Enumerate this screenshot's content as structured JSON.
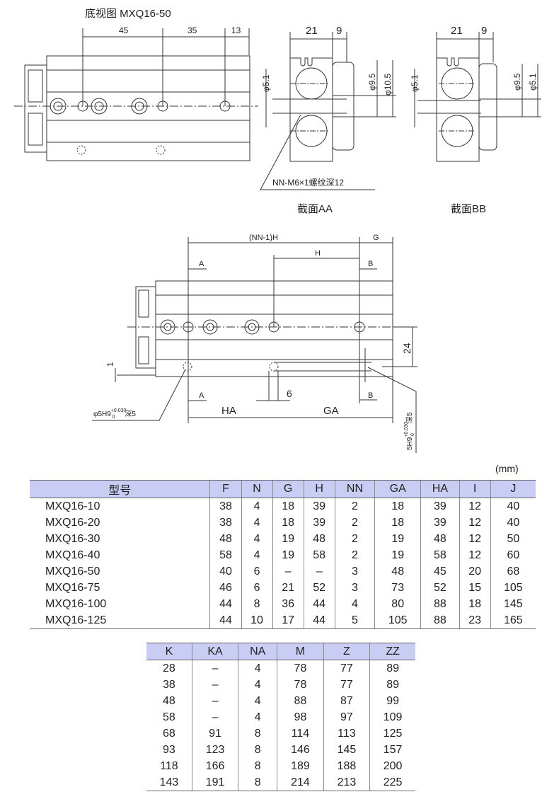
{
  "bottom_view": {
    "title": "底视图 MXQ16-50",
    "dims": [
      "45",
      "35",
      "13"
    ]
  },
  "section_aa": {
    "label": "截面AA",
    "dim_width": "21",
    "dim_side": "9",
    "dia_left": "φ5.1",
    "dia_mid": "φ9.5",
    "dia_right": "φ10.5",
    "thread_note": "NN-M6×1螺纹深12"
  },
  "section_bb": {
    "label": "截面BB",
    "dim_width": "21",
    "dim_side": "9",
    "dia_left": "φ5.1",
    "dia_mid": "φ9.5",
    "dia_right": "φ5.1"
  },
  "side_view": {
    "dim_nn_h": "(NN-1)H",
    "dim_g": "G",
    "dim_h": "H",
    "section_a": "A",
    "section_b": "B",
    "dim_ha": "HA",
    "dim_ga": "GA",
    "dim_6": "6",
    "dim_24": "24",
    "dim_1": "1",
    "hole_note_left": "φ5H9",
    "hole_note_right": "5H9",
    "tol_upper": "+0.030",
    "tol_lower": "0",
    "depth_note": "深5"
  },
  "unit": "(mm)",
  "table1": {
    "headers": [
      "型号",
      "F",
      "N",
      "G",
      "H",
      "NN",
      "GA",
      "HA",
      "I",
      "J"
    ],
    "rows": [
      [
        "MXQ16-10",
        "38",
        "4",
        "18",
        "39",
        "2",
        "18",
        "39",
        "12",
        "40"
      ],
      [
        "MXQ16-20",
        "38",
        "4",
        "18",
        "39",
        "2",
        "18",
        "39",
        "12",
        "40"
      ],
      [
        "MXQ16-30",
        "48",
        "4",
        "19",
        "48",
        "2",
        "19",
        "48",
        "12",
        "50"
      ],
      [
        "MXQ16-40",
        "58",
        "4",
        "19",
        "58",
        "2",
        "19",
        "58",
        "12",
        "60"
      ],
      [
        "MXQ16-50",
        "40",
        "6",
        "–",
        "–",
        "3",
        "48",
        "45",
        "20",
        "68"
      ],
      [
        "MXQ16-75",
        "46",
        "6",
        "21",
        "52",
        "3",
        "73",
        "52",
        "15",
        "105"
      ],
      [
        "MXQ16-100",
        "44",
        "8",
        "36",
        "44",
        "4",
        "80",
        "88",
        "18",
        "145"
      ],
      [
        "MXQ16-125",
        "44",
        "10",
        "17",
        "44",
        "5",
        "105",
        "88",
        "23",
        "165"
      ]
    ]
  },
  "table2": {
    "headers": [
      "K",
      "KA",
      "NA",
      "M",
      "Z",
      "ZZ"
    ],
    "rows": [
      [
        "28",
        "–",
        "4",
        "78",
        "77",
        "89"
      ],
      [
        "38",
        "–",
        "4",
        "78",
        "77",
        "89"
      ],
      [
        "48",
        "–",
        "4",
        "88",
        "87",
        "99"
      ],
      [
        "58",
        "–",
        "4",
        "98",
        "97",
        "109"
      ],
      [
        "68",
        "91",
        "8",
        "114",
        "113",
        "125"
      ],
      [
        "93",
        "123",
        "8",
        "146",
        "145",
        "157"
      ],
      [
        "118",
        "166",
        "8",
        "189",
        "188",
        "200"
      ],
      [
        "143",
        "191",
        "8",
        "214",
        "213",
        "225"
      ]
    ]
  },
  "colors": {
    "table_header_bg": "#c9cdf3",
    "line": "#333333"
  }
}
